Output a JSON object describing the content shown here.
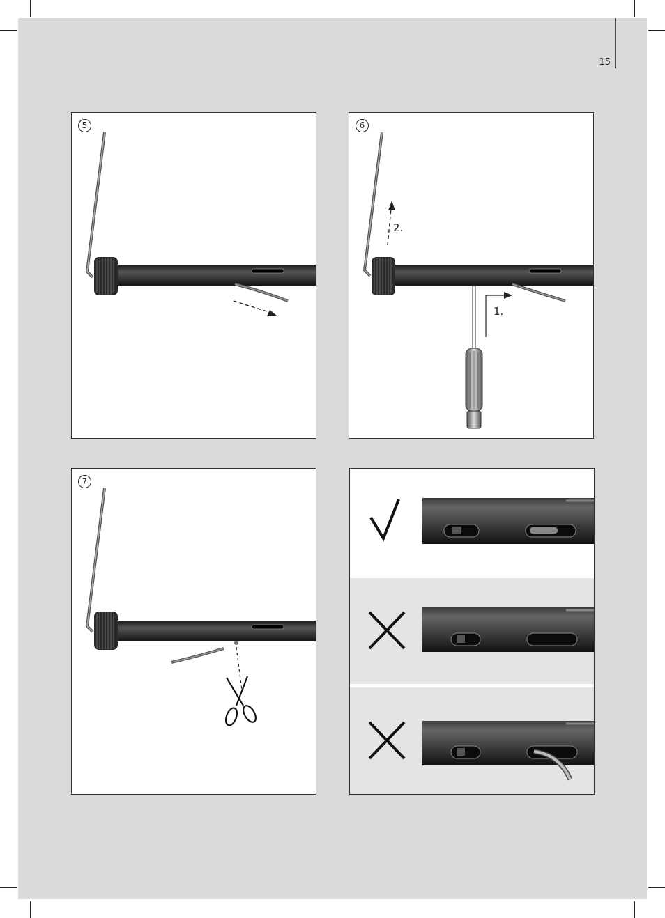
{
  "page": {
    "number": "15"
  },
  "steps": [
    {
      "number": "5"
    },
    {
      "number": "6",
      "label_first": "1.",
      "label_second": "2."
    },
    {
      "number": "7"
    }
  ],
  "comparison": {
    "rows": [
      {
        "mark": "check",
        "icon": "check-icon"
      },
      {
        "mark": "cross",
        "icon": "cross-icon"
      },
      {
        "mark": "cross",
        "icon": "cross-icon"
      }
    ]
  },
  "colors": {
    "page_background": "#d9d9d9",
    "tube": "#2b2b2b",
    "panel": "#ffffff"
  }
}
